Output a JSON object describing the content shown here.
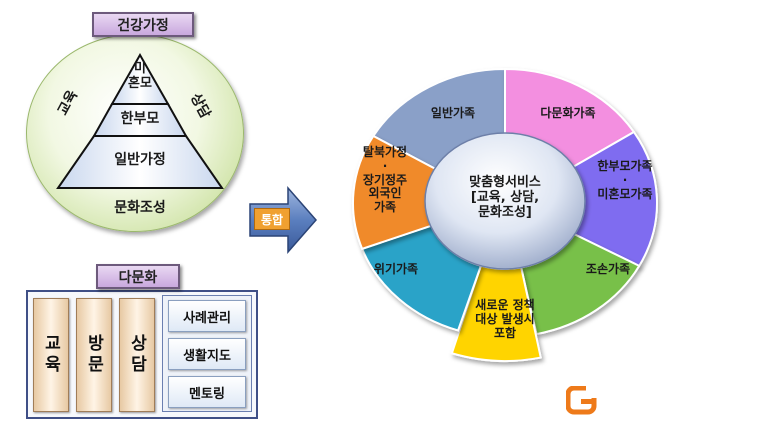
{
  "health_family": {
    "header": "건강가정",
    "tiers": {
      "top": "미\n혼모",
      "middle": "한부모",
      "bottom": "일반가정"
    },
    "side_left": "교육",
    "side_right": "상담",
    "base": "문화조성"
  },
  "arrow_label": "통합",
  "multicultural": {
    "header": "다문화",
    "columns": [
      "교육",
      "방문",
      "상담"
    ],
    "rows": [
      "사례관리",
      "생활지도",
      "멘토링"
    ]
  },
  "ring": {
    "center": "맞춤형서비스\n[교육, 상담,\n문화조성]",
    "segments": [
      {
        "label": "일반가족",
        "color": "#8aa0c8"
      },
      {
        "label": "다문화가족",
        "color": "#f38fe0"
      },
      {
        "label": "한부모가족\n·\n미혼모가족",
        "color": "#7f6cf0"
      },
      {
        "label": "조손가족",
        "color": "#78c04a"
      },
      {
        "label": "새로운 정책\n대상 발생시\n포함",
        "color": "#ffd400"
      },
      {
        "label": "위기가족",
        "color": "#2aa3c8"
      },
      {
        "label": "탈북가정\n·\n장기정주\n외국인\n가족",
        "color": "#f08a2a"
      }
    ]
  },
  "logo_letter": "G"
}
